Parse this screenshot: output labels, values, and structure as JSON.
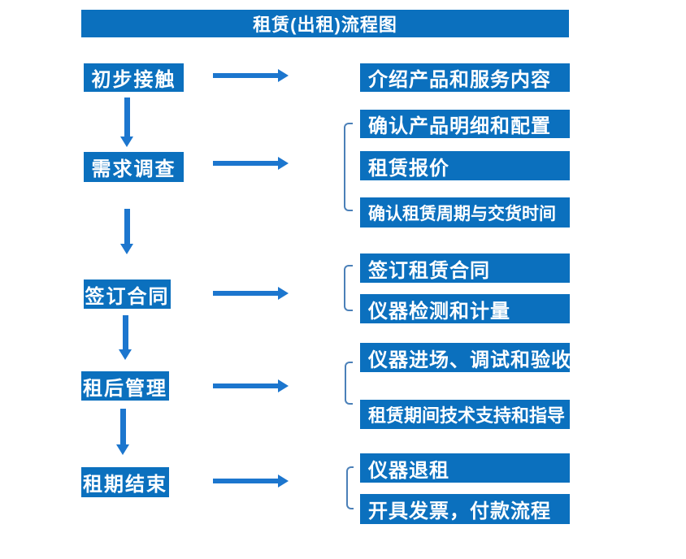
{
  "title": "租赁(出租)流程图",
  "colors": {
    "box_fill": "#0B70BE",
    "arrow": "#1C76CE",
    "bracket": "#4B80B8",
    "text": "#FFFFFF"
  },
  "flow": [
    {
      "stage": "初步接触",
      "details": [
        "介绍产品和服务内容"
      ]
    },
    {
      "stage": "需求调查",
      "details": [
        "确认产品明细和配置",
        "租赁报价",
        "确认租赁周期与交货时间"
      ]
    },
    {
      "stage": "签订合同",
      "details": [
        "签订租赁合同",
        "仪器检测和计量"
      ]
    },
    {
      "stage": "租后管理",
      "details": [
        "仪器进场、调试和验收",
        "租赁期间技术支持和指导"
      ]
    },
    {
      "stage": "租期结束",
      "details": [
        "仪器退租",
        "开具发票，付款流程"
      ]
    }
  ]
}
